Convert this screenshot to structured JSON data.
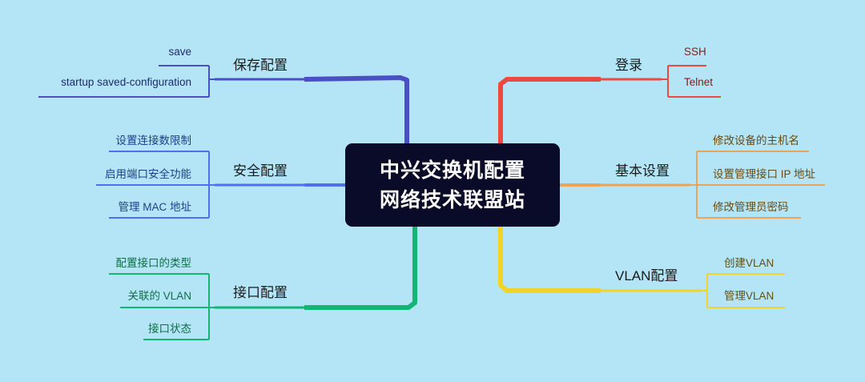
{
  "center": {
    "line1": "中兴交换机配置",
    "line2": "网络技术联盟站"
  },
  "branches": {
    "save": {
      "title": "保存配置",
      "color": "#4a4fc4",
      "items": [
        "save",
        "startup saved-configuration"
      ]
    },
    "security": {
      "title": "安全配置",
      "color": "#4d6ff0",
      "items": [
        "设置连接数限制",
        "启用端口安全功能",
        "管理 MAC 地址"
      ]
    },
    "interface": {
      "title": "接口配置",
      "color": "#12b573",
      "items": [
        "配置接口的类型",
        "关联的 VLAN",
        "接口状态"
      ]
    },
    "login": {
      "title": "登录",
      "color": "#ec4a3e",
      "items": [
        "SSH",
        "Telnet"
      ]
    },
    "basic": {
      "title": "基本设置",
      "color": "#eba455",
      "items": [
        "修改设备的主机名",
        "设置管理接口 IP 地址",
        "修改管理员密码"
      ]
    },
    "vlan": {
      "title": "VLAN配置",
      "color": "#f2d327",
      "items": [
        "创建VLAN",
        "管理VLAN"
      ]
    }
  }
}
